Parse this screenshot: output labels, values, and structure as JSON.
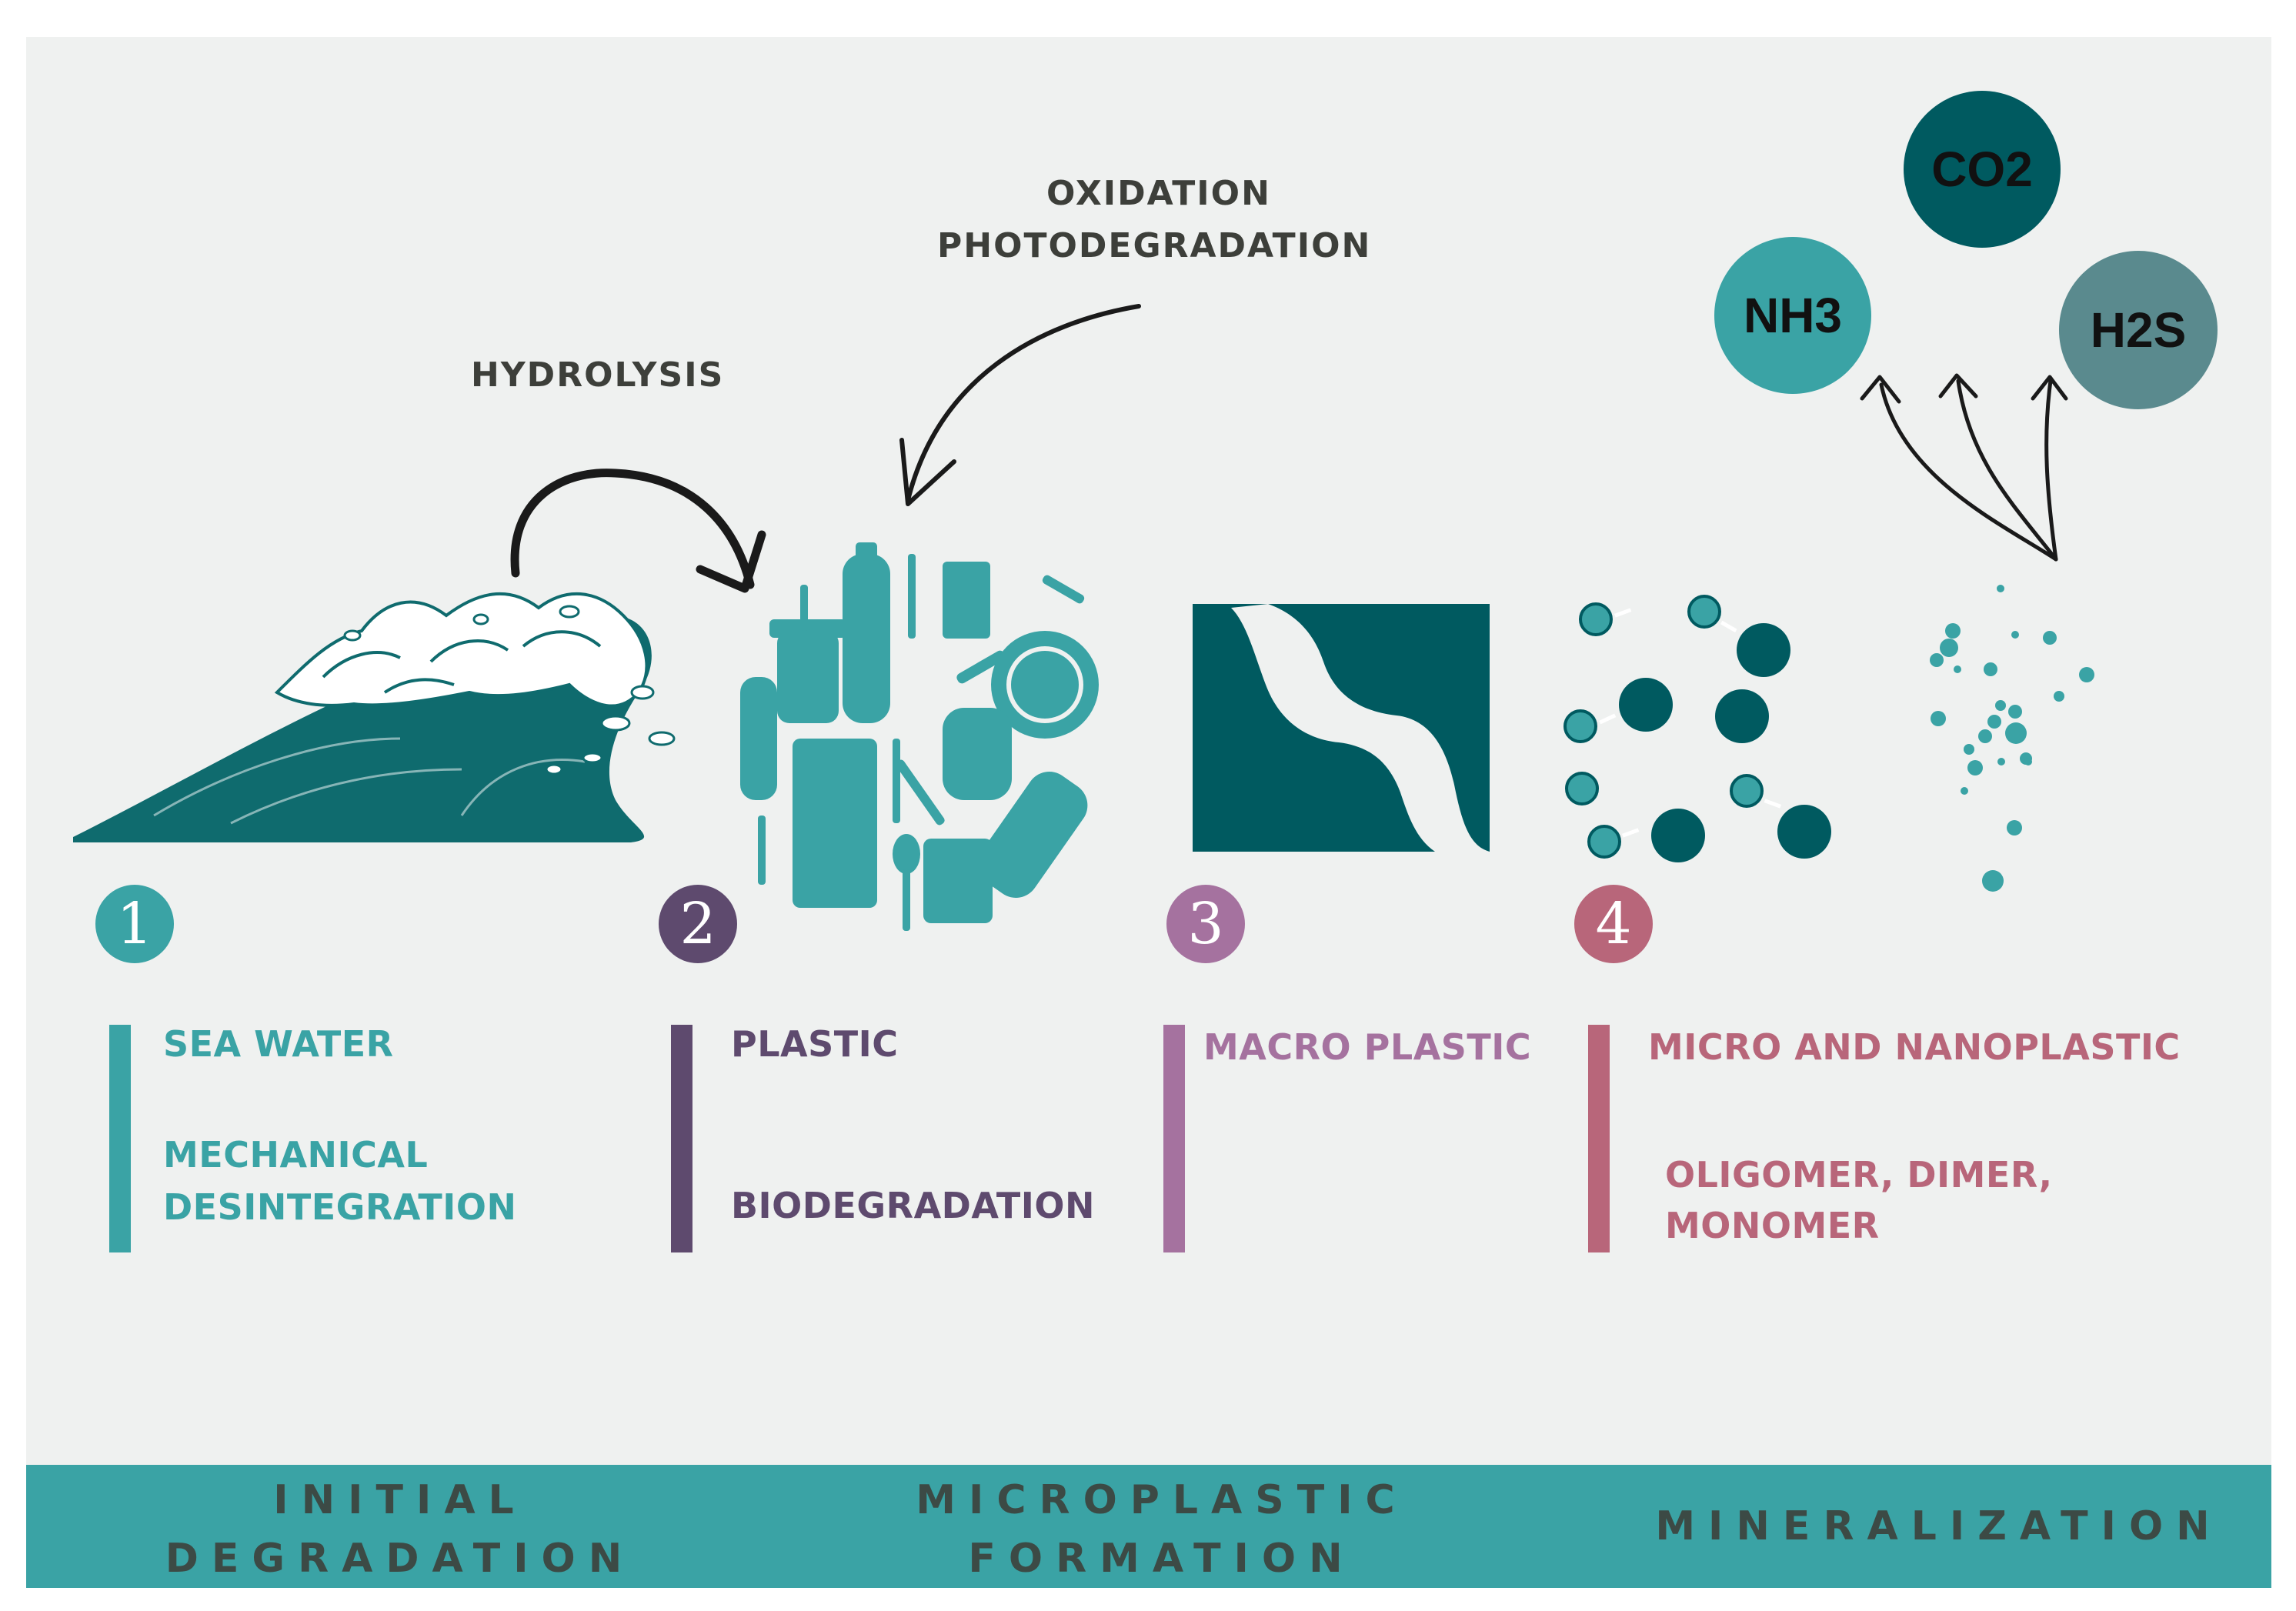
{
  "colors": {
    "background": "#eff1f0",
    "teal": "#3aa3a5",
    "dark_teal": "#005a60",
    "purple": "#5e4a6e",
    "mauve": "#a5729f",
    "rose": "#b8667a",
    "label_dark": "#3d3f3a",
    "h2s_gray_teal": "#5a8a8e"
  },
  "processes": {
    "oxidation": "OXIDATION",
    "photodegradation": "PHOTODEGRADATION",
    "hydrolysis": "HYDROLYSIS"
  },
  "gases": {
    "co2": "CO2",
    "nh3": "NH3",
    "h2s": "H2S"
  },
  "stages": [
    {
      "number": "1",
      "label_top": "SEA WATER",
      "label_bottom_1": "MECHANICAL",
      "label_bottom_2": "DESINTEGRATION"
    },
    {
      "number": "2",
      "label_top": "PLASTIC",
      "label_bottom_1": "BIODEGRADATION"
    },
    {
      "number": "3",
      "label_top": "MACRO PLASTIC"
    },
    {
      "number": "4",
      "label_top": "MICRO AND NANOPLASTIC",
      "label_bottom_1": "OLIGOMER, DIMER,",
      "label_bottom_2": "MONOMER"
    }
  ],
  "phases": [
    {
      "line1": "INITIAL",
      "line2": "DEGRADATION"
    },
    {
      "line1": "MICROPLASTIC",
      "line2": "FORMATION"
    },
    {
      "line1": "MINERALIZATION"
    }
  ],
  "icons": [
    "wave-icon",
    "plastic-waste-icon",
    "macro-plastic-icon",
    "micro-particles-icon",
    "nano-particles-icon"
  ]
}
